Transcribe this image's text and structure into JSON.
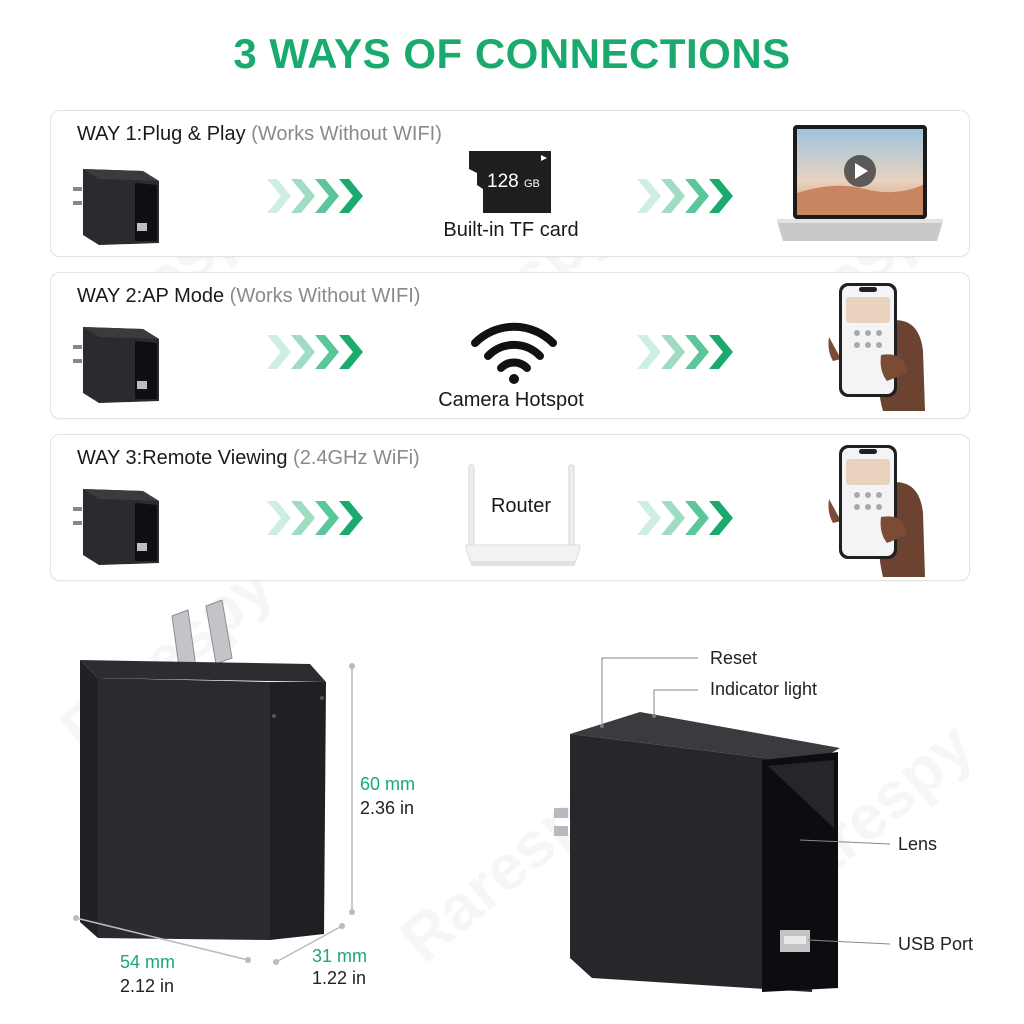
{
  "title": "3 WAYS OF CONNECTIONS",
  "watermark": "Rarespy",
  "colors": {
    "accent": "#1aaa6e",
    "chevron_light": "#bfe9d6",
    "chevron_dark": "#1aaa6e",
    "device": "#1b1c1f"
  },
  "ways": [
    {
      "label": "WAY 1:Plug & Play",
      "sub": "(Works Without WIFI)",
      "middle_label": "Built-in TF card",
      "middle_icon": "sd-card-icon",
      "destination_icon": "laptop-icon"
    },
    {
      "label": "WAY 2:AP Mode",
      "sub": "(Works Without WIFI)",
      "middle_label": "Camera Hotspot",
      "middle_icon": "wifi-icon",
      "destination_icon": "smartphone-icon"
    },
    {
      "label": "WAY 3:Remote Viewing",
      "sub": "(2.4GHz WiFi)",
      "middle_label": "Router",
      "middle_icon": "router-icon",
      "destination_icon": "smartphone-icon"
    }
  ],
  "sd_card": {
    "capacity": "128",
    "unit": "GB"
  },
  "dimensions": {
    "height_mm": "60 mm",
    "height_in": "2.36 in",
    "width_mm": "54 mm",
    "width_in": "2.12 in",
    "depth_mm": "31 mm",
    "depth_in": "1.22 in"
  },
  "callouts": {
    "reset": "Reset",
    "indicator": "Indicator light",
    "lens": "Lens",
    "usb": "USB Port"
  }
}
